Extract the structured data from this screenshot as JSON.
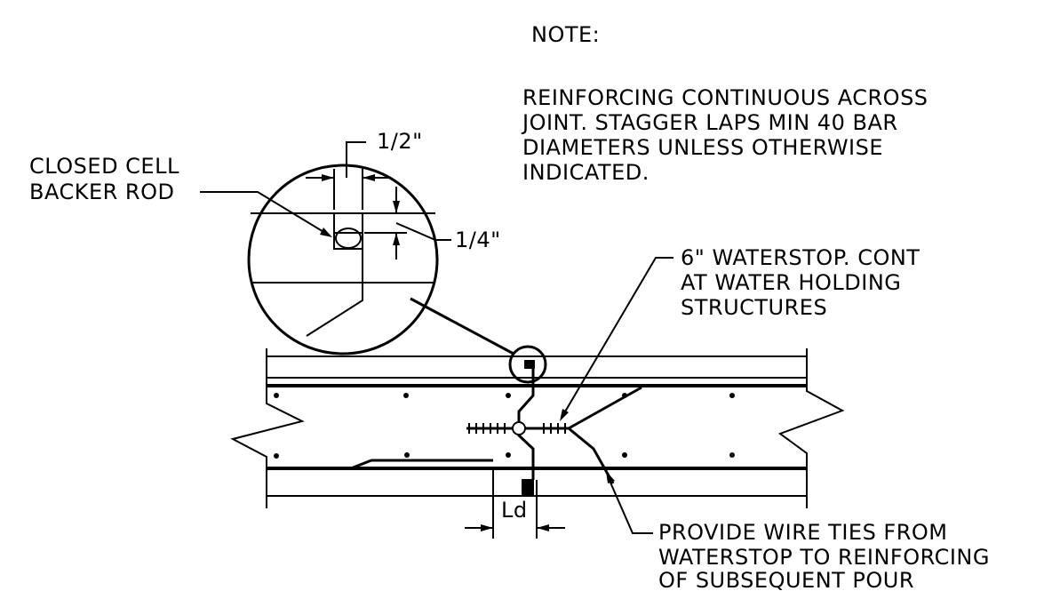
{
  "note": {
    "heading": "NOTE:",
    "lines": [
      "REINFORCING CONTINUOUS ACROSS",
      "JOINT.  STAGGER LAPS MIN 40 BAR",
      "DIAMETERS UNLESS OTHERWISE",
      "INDICATED."
    ]
  },
  "labels": {
    "backer_rod": [
      "CLOSED CELL",
      "BACKER ROD"
    ],
    "dim_half": "1/2\"",
    "dim_quarter": "1/4\"",
    "waterstop": [
      "6\" WATERSTOP. CONT",
      "AT WATER HOLDING",
      "STRUCTURES"
    ],
    "wire_ties": [
      "PROVIDE WIRE TIES FROM",
      "WATERSTOP TO REINFORCING",
      "OF SUBSEQUENT POUR"
    ],
    "ld": "Ld"
  }
}
